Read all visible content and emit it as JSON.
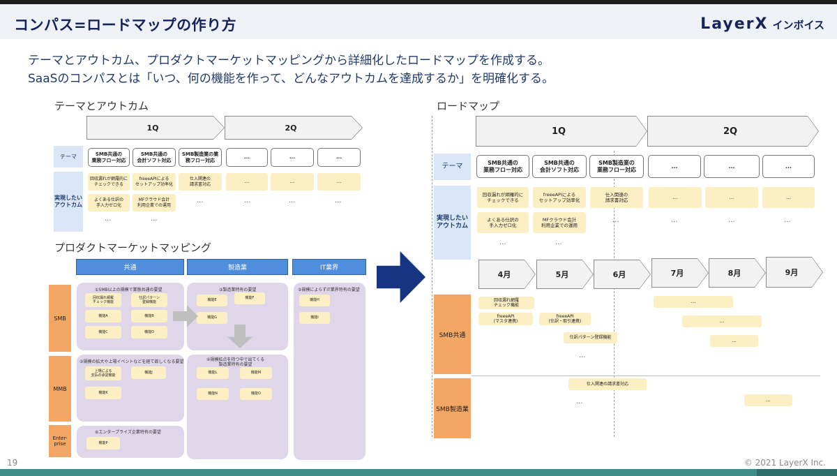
{
  "header": {
    "title": "コンパス=ロードマップの作り方",
    "logo_main": "LayerX",
    "logo_sub": "インボイス"
  },
  "subtitle": {
    "line1": "テーマとアウトカム、プロダクトマーケットマッピングから詳細化したロードマップを作成する。",
    "line2": "SaaSのコンパスとは「いつ、何の機能を作って、どんなアウトカムを達成するか」を明確化する。"
  },
  "left": {
    "theme_outcome": {
      "title": "テーマとアウトカム",
      "quarters": [
        "1Q",
        "2Q"
      ],
      "row_theme": "テーマ",
      "row_outcome": "実現したい\nアウトカム",
      "themes": [
        "SMB共通の\n業務フロー対応",
        "SMB共通の\n会計ソフト対応",
        "SMB製造業の業\n務フロー対応",
        "...",
        "...",
        "..."
      ],
      "outcomes": [
        "回収漏れが網羅的に\nチェックできる",
        "freeeAPIによる\nセットアップ効率化",
        "仕入関連の\n請求書対応",
        "...",
        "...",
        "...",
        "よくある仕訳の\n手入力ゼロ化",
        "MFクラウド会計\n利用企業での運用"
      ],
      "dots": "..."
    },
    "pmm": {
      "title": "プロダクトマーケットマッピング",
      "columns": [
        "共通",
        "製造業",
        "IT業界"
      ],
      "rows": [
        "SMB",
        "MMB",
        "Enter-\nprise"
      ],
      "groups": [
        "①SMB以上の規模で業態共通の要望",
        "③製造業特有の要望",
        "⑤規模によらずIT業界特有の要望",
        "②規模の拡大や上場イベントなどを経て欲しくなる要望",
        "④規模拡点を持つ中で出てくる\n製造業特有の要望",
        "⑥エンタープライズ企業特有の要望"
      ],
      "items": {
        "g1": [
          "回収漏れ網羅\nチェック機能",
          "仕訳パターン\n登録機能",
          "機能A",
          "機能B",
          "機能C",
          "機能D"
        ],
        "g3": [
          "機能E",
          "機能F",
          "機能G"
        ],
        "g5": [
          "機能H",
          "機能I"
        ],
        "g2": [
          "上場による\n支払の承認機能",
          "機能J",
          "機能K"
        ],
        "g4": [
          "機能L",
          "機能M",
          "機能N",
          "機能O"
        ],
        "g6": [
          "機能P"
        ]
      }
    }
  },
  "right": {
    "title": "ロードマップ",
    "quarters": [
      "1Q",
      "2Q"
    ],
    "row_theme": "テーマ",
    "row_outcome": "実現したい\nアウトカム",
    "themes": [
      "SMB共通の\n業務フロー対応",
      "SMB共通の\n会計ソフト対応",
      "SMB製造業の\n業務フロー対応",
      "...",
      "...",
      "..."
    ],
    "outcomes": [
      "回収漏れが網羅的に\nチェックできる",
      "freeeAPIによる\nセットアップ効率化",
      "仕入関連の\n請求書対応",
      "...",
      "...",
      "...",
      "よくある仕訳の\n手入力ゼロ化",
      "MFクラウド会計\n利用企業での運用"
    ],
    "months": [
      "4月",
      "5月",
      "6月",
      "7月",
      "8月",
      "9月"
    ],
    "row_smb": "SMB共通",
    "row_mfg": "SMB製造業",
    "tasks": [
      "回収漏れ網羅\nチェック機能",
      "freeeAPI\n(マスタ連携)",
      "freeeAPI\n(仕訳・取引連携)",
      "仕訳パターン登録機能",
      "...",
      "...",
      "...",
      "仕入関連の請求書対応",
      "..."
    ],
    "dots": "..."
  },
  "footer": {
    "page": "19",
    "copyright": "© 2021 LayerX Inc."
  }
}
